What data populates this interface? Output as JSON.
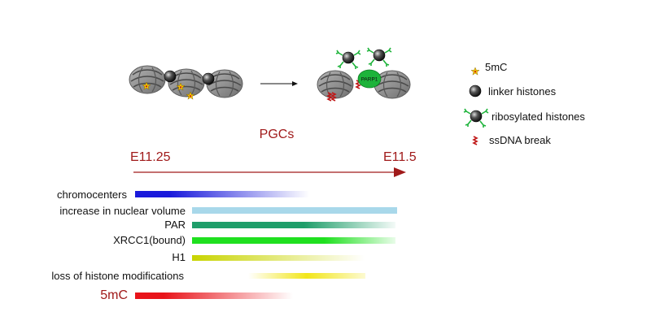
{
  "title": "PGCs",
  "timeline": {
    "start_label": "E11.25",
    "end_label": "E11.5"
  },
  "legend": [
    {
      "symbol": "5mc-star",
      "label": "5mC"
    },
    {
      "symbol": "linker-histone",
      "label": "linker histones"
    },
    {
      "symbol": "ribosylated-histone",
      "label": "ribosylated histones"
    },
    {
      "symbol": "ssdna-break",
      "label": "ssDNA break"
    }
  ],
  "enzyme_label": "PARP1",
  "bars": [
    {
      "key": "chromocenters",
      "label": "chromocenters",
      "color": "#1a1adb"
    },
    {
      "key": "nuclear-volume",
      "label": "increase in nuclear volume",
      "color": "#a8d8ea"
    },
    {
      "key": "par",
      "label": "PAR",
      "color": "#1f9e6a"
    },
    {
      "key": "xrcc1",
      "label": "XRCC1(bound)",
      "color": "#1fe01f"
    },
    {
      "key": "h1",
      "label": "H1",
      "color": "#c8d400"
    },
    {
      "key": "histone-mods",
      "label": "loss of histone modifications",
      "color": "#f2e61a"
    },
    {
      "key": "5mc",
      "label": "5mC",
      "color": "#e8141a"
    }
  ],
  "colors": {
    "accent_red": "#a01a1a",
    "nucleosome_grey": "#8c8c8c",
    "parp1_green": "#1db33a"
  }
}
